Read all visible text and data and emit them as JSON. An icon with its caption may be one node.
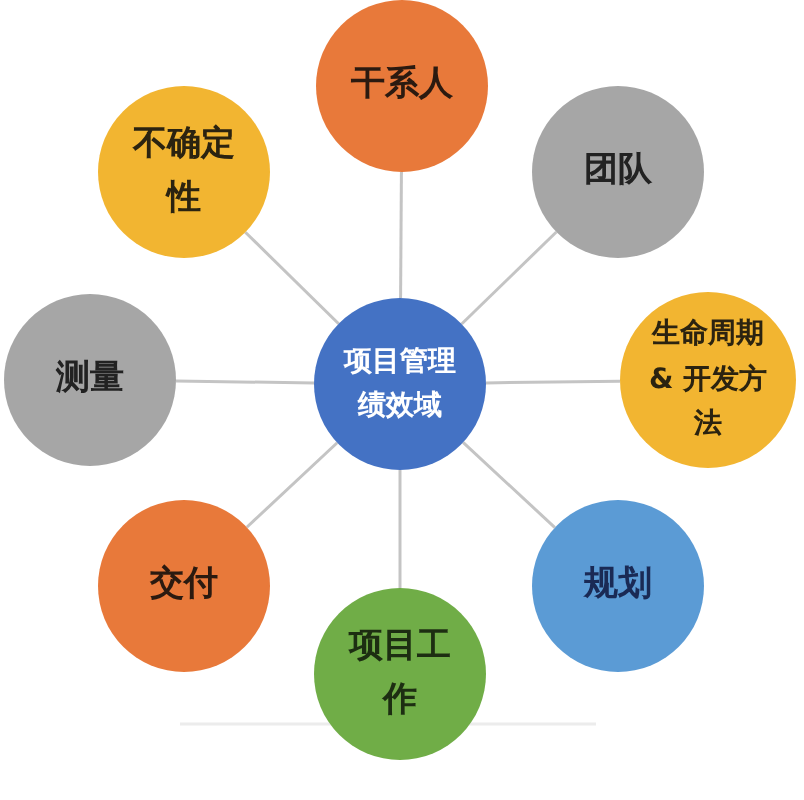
{
  "diagram": {
    "nodes": [
      {
        "text": [
          "干系人"
        ]
      },
      {
        "text": [
          "不确定性"
        ]
      },
      {
        "text": [
          "团队"
        ]
      },
      {
        "text": [
          "测量"
        ]
      },
      {
        "text": [
          "项目管理绩效域"
        ]
      },
      {
        "text": [
          "生命周期 & 开发方法"
        ]
      },
      {
        "text": [
          "交付"
        ]
      },
      {
        "text": [
          "规划"
        ]
      },
      {
        "text": [
          "项目工作"
        ]
      }
    ],
    "edges": [
      {
        "from": 4,
        "to": 0,
        "arrow": "none"
      },
      {
        "from": 4,
        "to": 1,
        "arrow": "none"
      },
      {
        "from": 4,
        "to": 2,
        "arrow": "none"
      },
      {
        "from": 4,
        "to": 3,
        "arrow": "none"
      },
      {
        "from": 4,
        "to": 5,
        "arrow": "none"
      },
      {
        "from": 4,
        "to": 6,
        "arrow": "none"
      },
      {
        "from": 4,
        "to": 7,
        "arrow": "none"
      },
      {
        "from": 4,
        "to": 8,
        "arrow": "none"
      }
    ]
  }
}
